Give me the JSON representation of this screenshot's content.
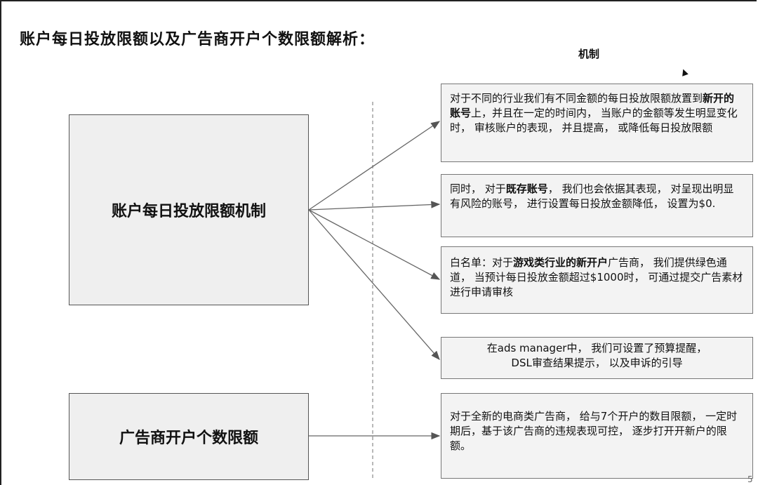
{
  "title": "账户每日投放限额以及广告商开户个数限额解析：",
  "column_header": "机制",
  "boxes": {
    "daily_limit": "账户每日投放限额机制",
    "account_count_limit": "广告商开户个数限额"
  },
  "notes": {
    "n1": {
      "t1": "对于不同的行业我们有不同金额的每日投放限额放置到",
      "b1": "新开的账号",
      "t2": "上，并且在一定的时间内， 当账户的金额等发生明显变化时， 审核账户的表现， 并且提高， 或降低每日投放限额"
    },
    "n2": {
      "t1": "同时， 对于",
      "b1": "既存账号",
      "t2": "， 我们也会依据其表现， 对呈现出明显有风险的账号， 进行设置每日投放金额降低， 设置为$0."
    },
    "n3": {
      "t1": "白名单：对于",
      "b1": "游戏类行业的新开户",
      "t2": "广告商， 我们提供绿色通道， 当预计每日投放金额超过$1000时， 可通过提交广告素材进行申请审核"
    },
    "n4": {
      "line1": "在ads manager中， 我们可设置了预算提醒，",
      "line2": "DSL审查结果提示， 以及申诉的引导"
    },
    "n5": {
      "text": "对于全新的电商类广告商， 给与7个开户的数目限额， 一定时期后，基于该广告商的违规表现可控， 逐步打开开新户的限额。"
    }
  },
  "corner_mark": "5"
}
